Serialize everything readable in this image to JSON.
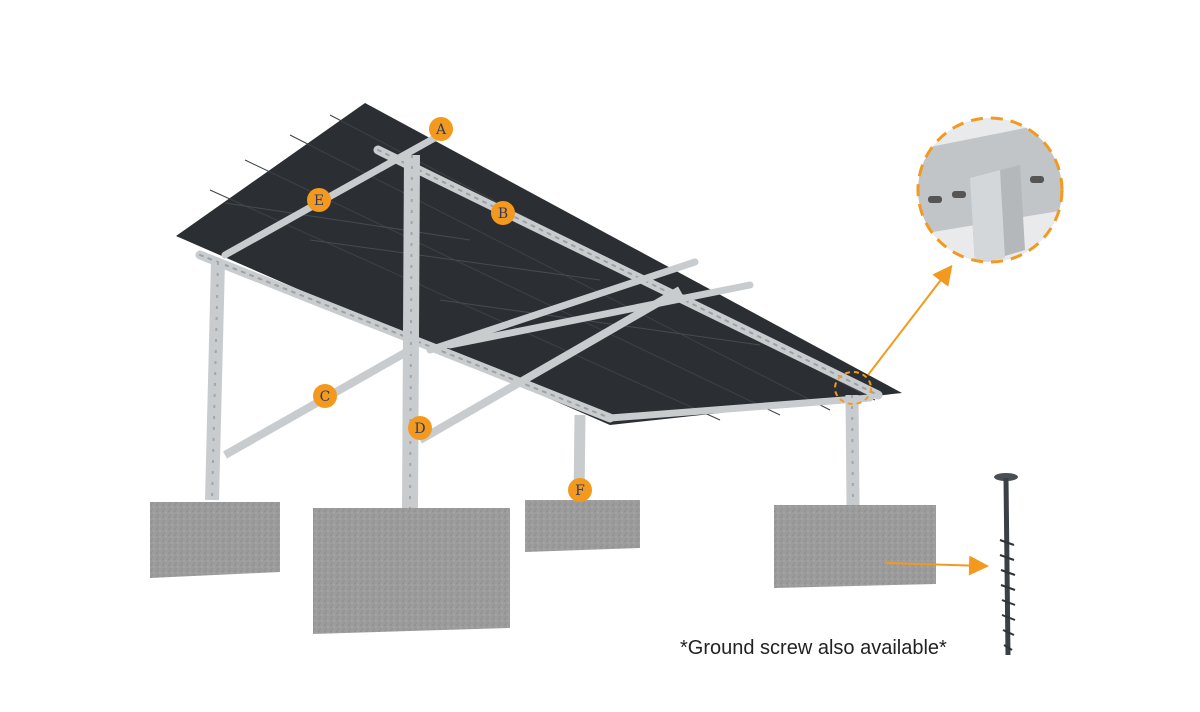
{
  "colors": {
    "accent": "#F39A1E",
    "panel": "#2B2F33",
    "steel": "#C9CCCE",
    "concrete": "#9A9A9A",
    "label_text": "#2B3A67"
  },
  "callouts": {
    "A": "A",
    "B": "B",
    "C": "C",
    "D": "D",
    "E": "E",
    "F": "F"
  },
  "caption": "*Ground screw also available*",
  "icons": [
    "detail-zoom-circle",
    "ground-screw-icon",
    "arrow-icon"
  ]
}
